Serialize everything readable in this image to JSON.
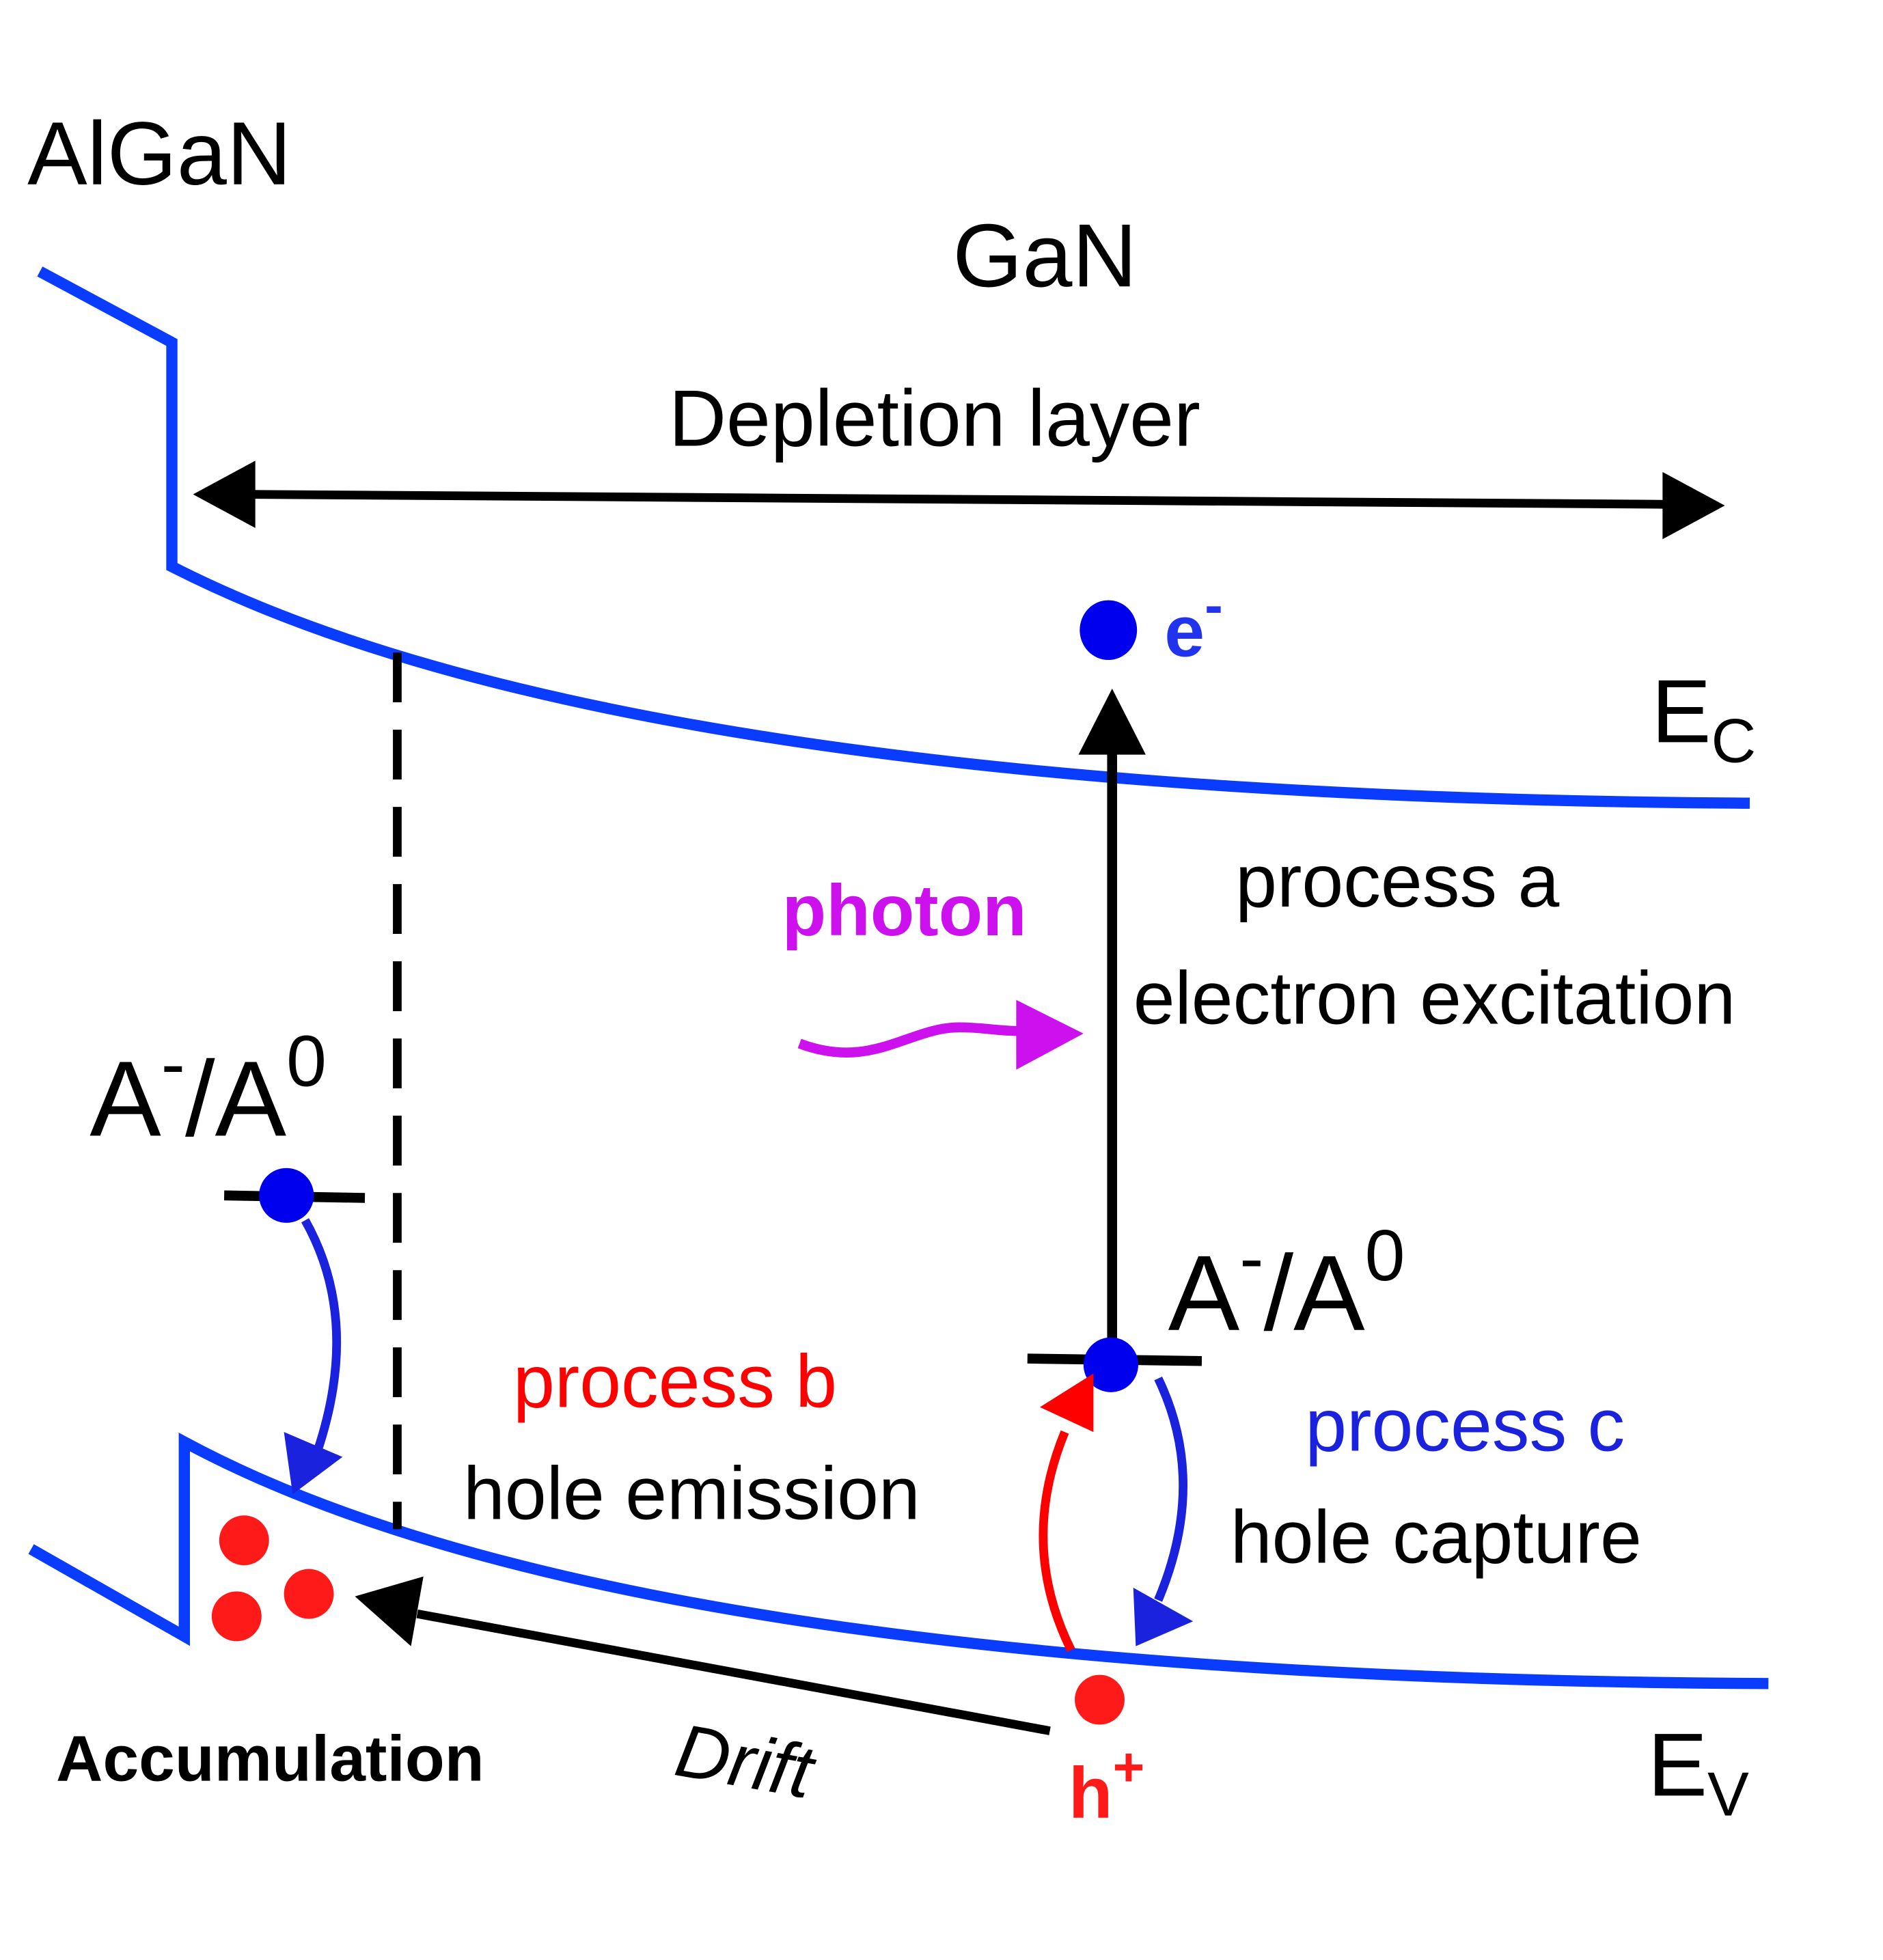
{
  "labels": {
    "algan": "AlGaN",
    "gan": "GaN",
    "depletion": "Depletion layer",
    "ec_main": "E",
    "ec_sub": "C",
    "ev_main": "E",
    "ev_sub": "V",
    "electron_main": "e",
    "electron_sup": "-",
    "hole_main": "h",
    "hole_sup": "+",
    "photon": "photon",
    "process_a_1": "process a",
    "process_a_2": "electron excitation",
    "process_b_1": "process b",
    "process_b_2": "hole emission",
    "process_c_1": "process c",
    "process_c_2": "hole capture",
    "acceptor_left": {
      "main1": "A",
      "sup1": "-",
      "mid": "/A",
      "sup2": "0"
    },
    "acceptor_right": {
      "main1": "A",
      "sup1": "-",
      "mid": "/A",
      "sup2": "0"
    },
    "accumulation": "Accumulation",
    "drift": "Drift"
  },
  "colors": {
    "band": "#0a3cff",
    "black": "#000000",
    "electron": "#0000ee",
    "hole": "#ff1a1a",
    "photon": "#cc11ee",
    "process_b": "#ff0000",
    "process_c": "#1a22dd"
  }
}
